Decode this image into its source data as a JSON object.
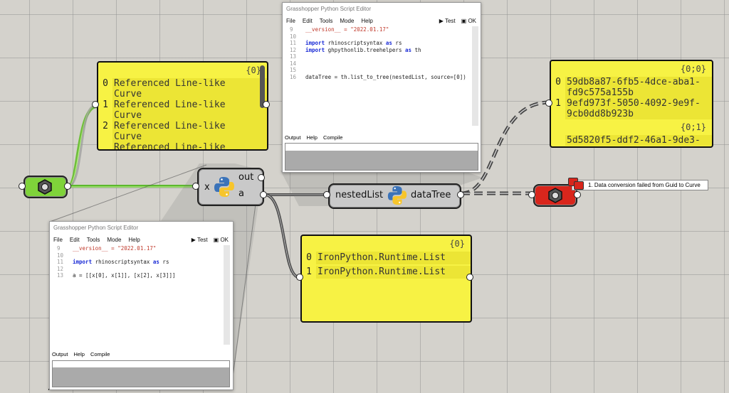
{
  "editor_title": "Grasshopper Python Script Editor",
  "menu": [
    "File",
    "Edit",
    "Tools",
    "Mode",
    "Help"
  ],
  "test_label": "Test",
  "ok_label": "OK",
  "output_tabs": [
    "Output",
    "Help",
    "Compile"
  ],
  "editor_top": {
    "lines": [
      {
        "n": "9",
        "text": "__version__ = \"2022.01.17\""
      },
      {
        "n": "10",
        "text": ""
      },
      {
        "n": "11",
        "kw": "import",
        "text": " rhinoscriptsyntax ",
        "kw2": "as",
        "text2": " rs"
      },
      {
        "n": "12",
        "kw": "import",
        "text": " ghpythonlib.treehelpers ",
        "kw2": "as",
        "text2": " th"
      },
      {
        "n": "13",
        "text": ""
      },
      {
        "n": "14",
        "text": ""
      },
      {
        "n": "15",
        "text": ""
      },
      {
        "n": "16",
        "text": "dataTree = th.list_to_tree(nestedList, source=[0])"
      }
    ]
  },
  "editor_bottom": {
    "lines": [
      {
        "n": "9",
        "text": "__version__ = \"2022.01.17\""
      },
      {
        "n": "10",
        "text": ""
      },
      {
        "n": "11",
        "kw": "import",
        "text": " rhinoscriptsyntax ",
        "kw2": "as",
        "text2": " rs"
      },
      {
        "n": "12",
        "text": ""
      },
      {
        "n": "13",
        "text": "a = [[x[0], x[1]], [x[2], x[3]]]"
      }
    ]
  },
  "panel_lines": {
    "header": "{0}",
    "rows": [
      {
        "i": "0",
        "v": "Referenced Line-like\nCurve"
      },
      {
        "i": "1",
        "v": "Referenced Line-like\nCurve"
      },
      {
        "i": "2",
        "v": "Referenced Line-like\nCurve"
      },
      {
        "i": "",
        "v": "Referenced Line-like"
      }
    ]
  },
  "panel_guids": {
    "header0": "{0;0}",
    "rows0": [
      {
        "i": "0",
        "v": "59db8a87-6fb5-4dce-aba1-\nfd9c575a155b"
      },
      {
        "i": "1",
        "v": "9efd973f-5050-4092-9e9f-\n9cb0dd8b923b"
      }
    ],
    "header1": "{0;1}",
    "rows1": [
      {
        "i": "",
        "v": "5d5820f5-ddf2-46a1-9de3-"
      }
    ]
  },
  "panel_lists": {
    "header": "{0}",
    "rows": [
      {
        "i": "0",
        "v": "IronPython.Runtime.List"
      },
      {
        "i": "1",
        "v": "IronPython.Runtime.List"
      }
    ]
  },
  "python_comp_1": {
    "input": "x",
    "outputs": [
      "out",
      "a"
    ]
  },
  "python_comp_2": {
    "input": "nestedList",
    "output": "dataTree"
  },
  "error_message": "1. Data conversion failed from Guid to Curve",
  "colors": {
    "panel": "#f7f244",
    "canvas": "#d4d2cc",
    "curve_param": "#7fd33a",
    "error_param": "#d9261c",
    "wire_selected": "#8fd35a"
  }
}
